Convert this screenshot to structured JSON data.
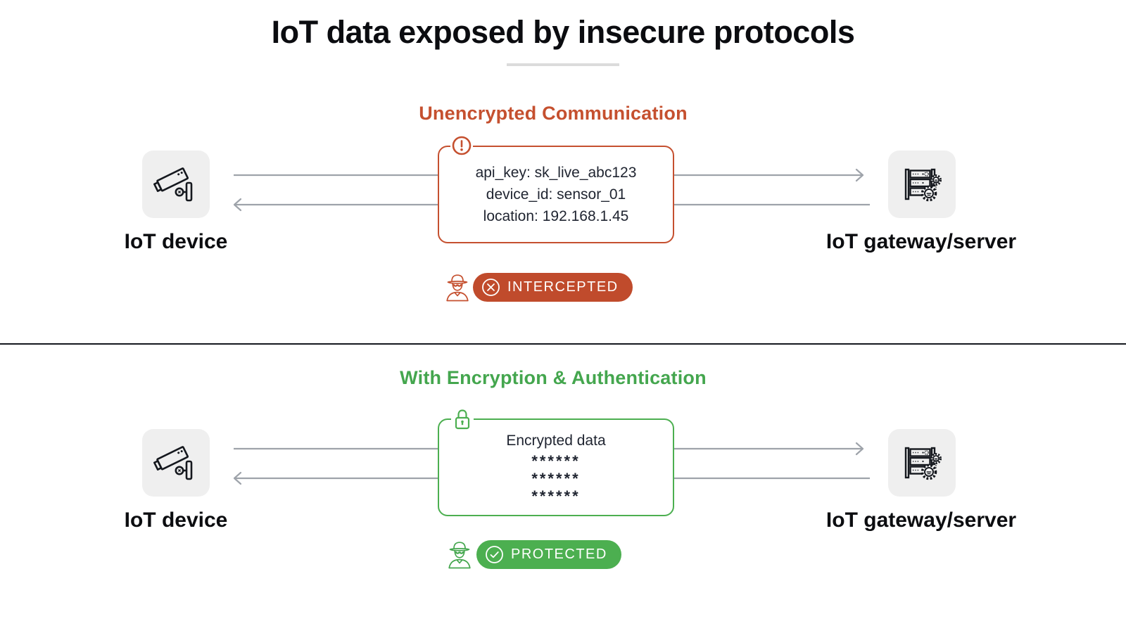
{
  "title": "IoT data exposed by insecure protocols",
  "colors": {
    "danger": "#c5502f",
    "danger_badge": "#c04b2c",
    "safe": "#4caf50",
    "safe_header": "#44a64e",
    "flow_line": "#9ea3aa",
    "tile_background": "#efefef",
    "text_dark": "#16181d"
  },
  "icons": {
    "device": "cctv-camera-icon",
    "gateway": "server-gears-icon",
    "attacker": "spy-icon",
    "warning": "warning-circle-icon",
    "lock": "padlock-icon",
    "intercepted": "crossed-circle-icon",
    "protected": "check-circle-icon"
  },
  "sections": {
    "insecure": {
      "header": "Unencrypted Communication",
      "device_label": "IoT device",
      "gateway_label": "IoT gateway/server",
      "payload": {
        "line1": "api_key: sk_live_abc123",
        "line2": "device_id: sensor_01",
        "line3": "location: 192.168.1.45"
      },
      "badge": "INTERCEPTED"
    },
    "secure": {
      "header": "With Encryption & Authentication",
      "device_label": "IoT device",
      "gateway_label": "IoT gateway/server",
      "payload": {
        "title": "Encrypted data",
        "masked1": "******",
        "masked2": "******",
        "masked3": "******"
      },
      "badge": "PROTECTED"
    }
  }
}
